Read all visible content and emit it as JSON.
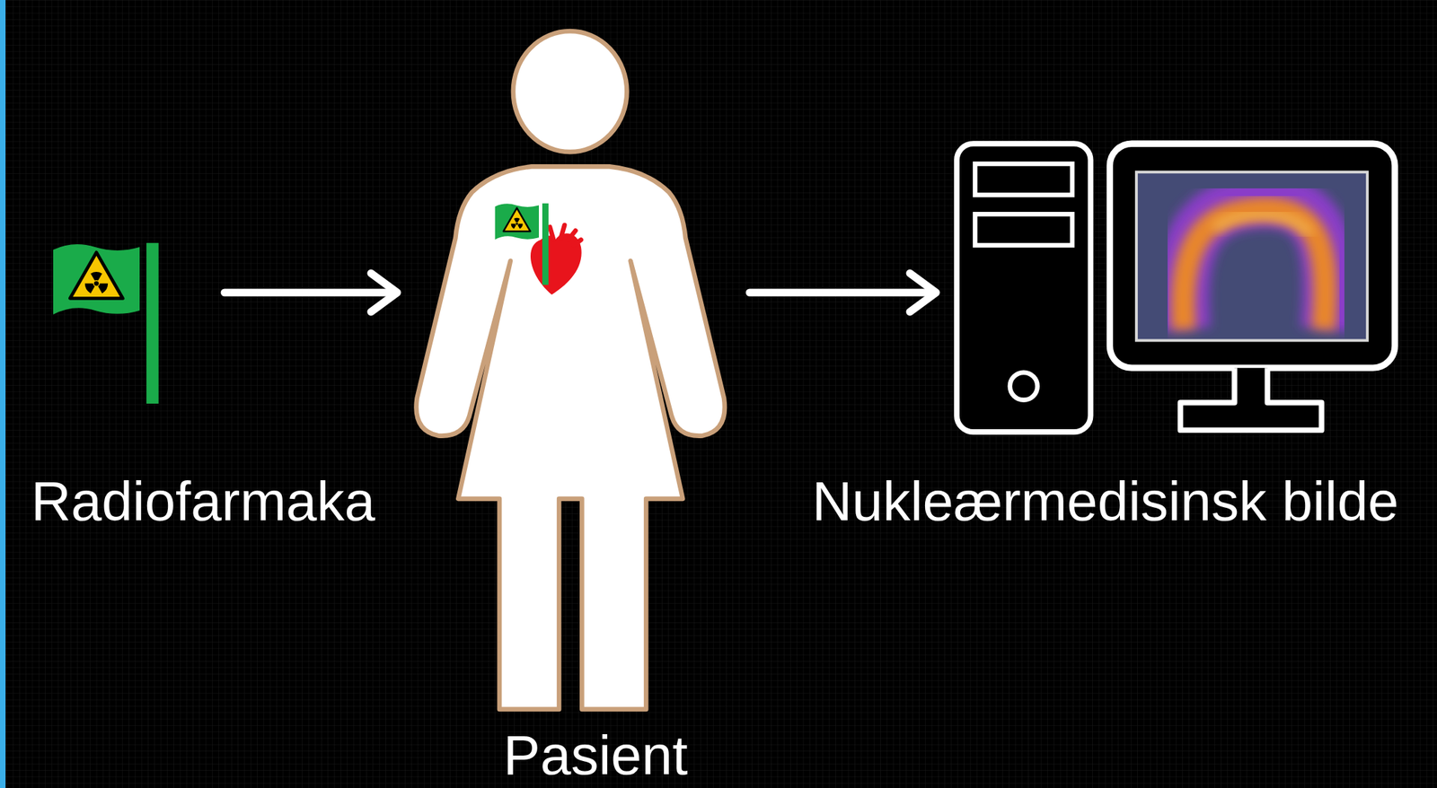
{
  "diagram": {
    "nodes": [
      {
        "text": [
          "Radiofarmaka"
        ]
      },
      {
        "text": [
          "Pasient"
        ]
      },
      {
        "text": [
          "Nukleærmedisinsk bilde"
        ]
      }
    ],
    "edges": [
      {
        "from": 0,
        "to": 1,
        "arrow": "to"
      },
      {
        "from": 1,
        "to": 2,
        "arrow": "to"
      }
    ]
  }
}
